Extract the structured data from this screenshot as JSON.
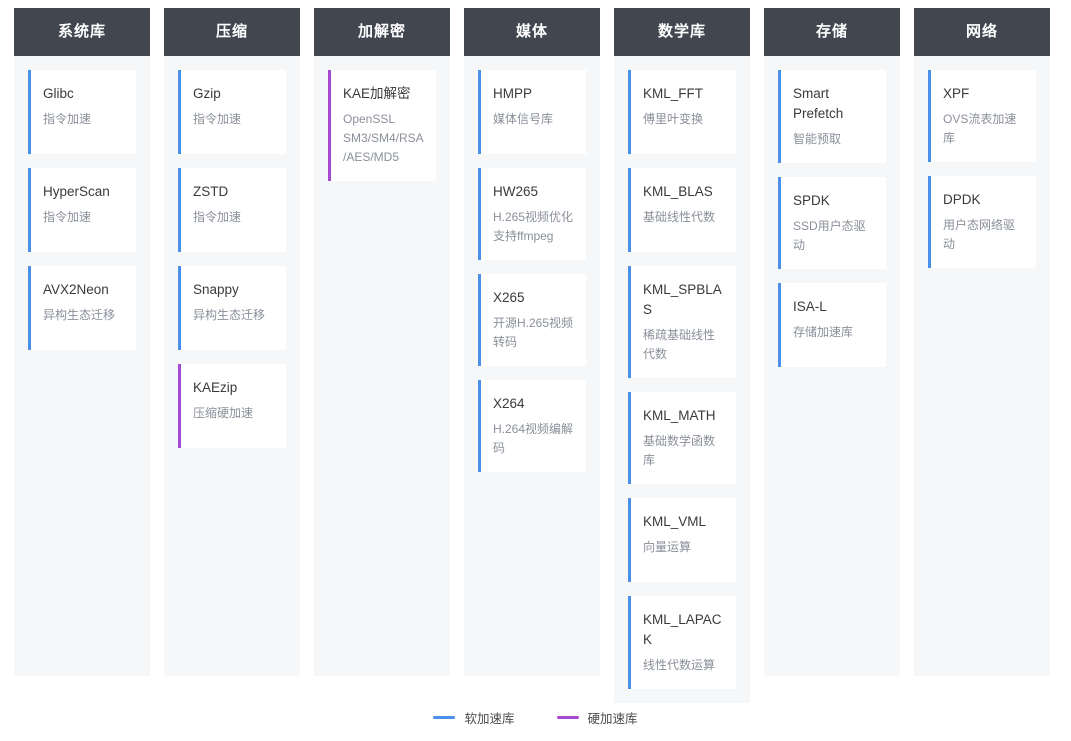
{
  "legend": {
    "items": [
      {
        "label": "软加速库",
        "color": "#4a90e8",
        "kind": "soft"
      },
      {
        "label": "硬加速库",
        "color": "#a64ad4",
        "kind": "hard"
      }
    ]
  },
  "columns": [
    {
      "header": "系统库",
      "cards": [
        {
          "title": "Glibc",
          "desc": "指令加速",
          "kind": "soft"
        },
        {
          "title": "HyperScan",
          "desc": "指令加速",
          "kind": "soft"
        },
        {
          "title": "AVX2Neon",
          "desc": "异构生态迁移",
          "kind": "soft"
        }
      ]
    },
    {
      "header": "压缩",
      "cards": [
        {
          "title": "Gzip",
          "desc": "指令加速",
          "kind": "soft"
        },
        {
          "title": "ZSTD",
          "desc": "指令加速",
          "kind": "soft"
        },
        {
          "title": "Snappy",
          "desc": "异构生态迁移",
          "kind": "soft"
        },
        {
          "title": "KAEzip",
          "desc": "压缩硬加速",
          "kind": "hard"
        }
      ]
    },
    {
      "header": "加解密",
      "cards": [
        {
          "title": "KAE加解密",
          "desc": "OpenSSL SM3/SM4/RSA/AES/MD5",
          "kind": "hard"
        }
      ]
    },
    {
      "header": "媒体",
      "cards": [
        {
          "title": "HMPP",
          "desc": "媒体信号库",
          "kind": "soft"
        },
        {
          "title": "HW265",
          "desc": "H.265视频优化支持ffmpeg",
          "kind": "soft"
        },
        {
          "title": "X265",
          "desc": "开源H.265视频转码",
          "kind": "soft"
        },
        {
          "title": "X264",
          "desc": "H.264视频编解码",
          "kind": "soft"
        }
      ]
    },
    {
      "header": "数学库",
      "cards": [
        {
          "title": "KML_FFT",
          "desc": "傅里叶变换",
          "kind": "soft"
        },
        {
          "title": "KML_BLAS",
          "desc": "基础线性代数",
          "kind": "soft"
        },
        {
          "title": "KML_SPBLAS",
          "desc": "稀疏基础线性代数",
          "kind": "soft"
        },
        {
          "title": "KML_MATH",
          "desc": "基础数学函数库",
          "kind": "soft"
        },
        {
          "title": "KML_VML",
          "desc": "向量运算",
          "kind": "soft"
        },
        {
          "title": "KML_LAPACK",
          "desc": "线性代数运算",
          "kind": "soft"
        }
      ]
    },
    {
      "header": "存储",
      "cards": [
        {
          "title": "Smart Prefetch",
          "desc": "智能预取",
          "kind": "soft"
        },
        {
          "title": "SPDK",
          "desc": "SSD用户态驱动",
          "kind": "soft"
        },
        {
          "title": "ISA-L",
          "desc": "存储加速库",
          "kind": "soft"
        }
      ]
    },
    {
      "header": "网络",
      "cards": [
        {
          "title": "XPF",
          "desc": "OVS流表加速库",
          "kind": "soft"
        },
        {
          "title": "DPDK",
          "desc": "用户态网络驱动",
          "kind": "soft"
        }
      ]
    }
  ]
}
